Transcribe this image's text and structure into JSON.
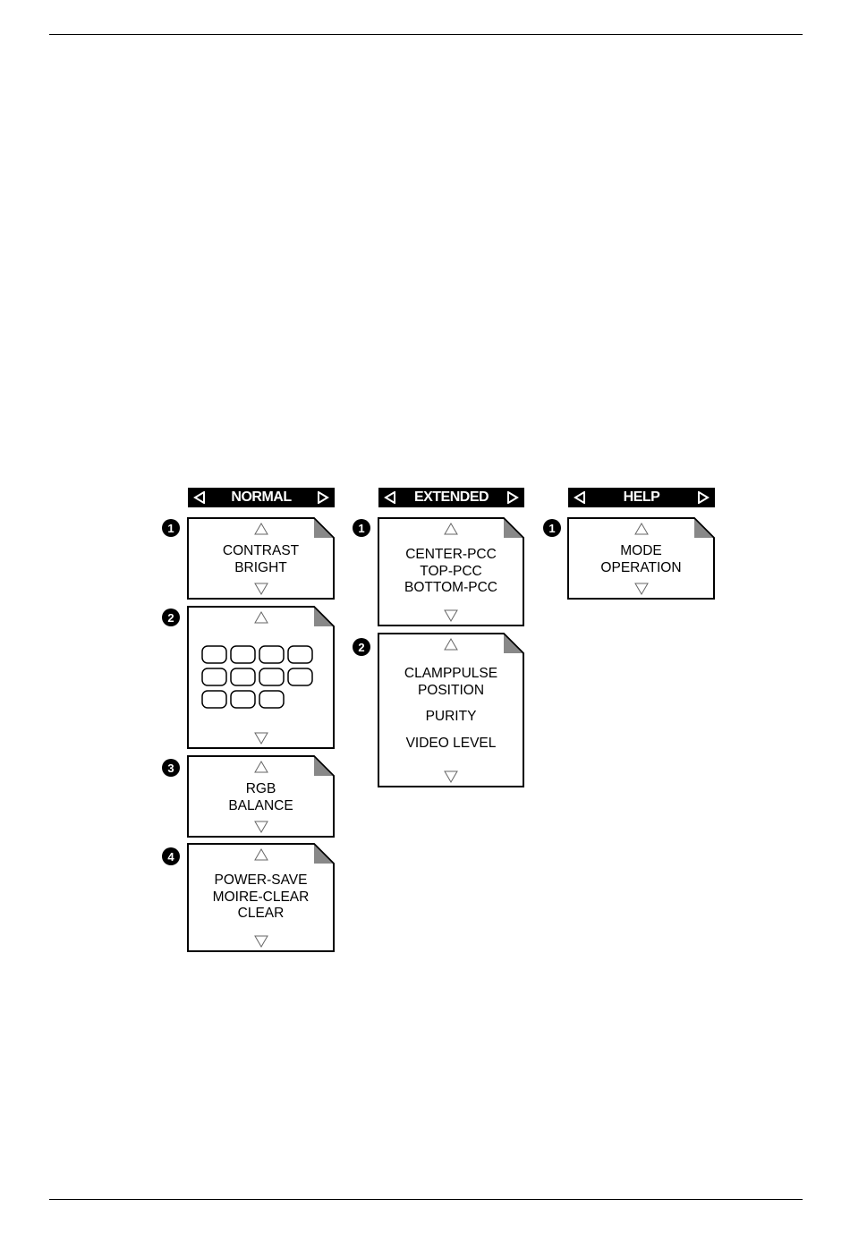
{
  "columns": [
    {
      "header": "NORMAL",
      "panels": [
        {
          "num": "1",
          "lines": [
            "CONTRAST",
            "BRIGHT"
          ]
        },
        {
          "num": "2",
          "lines": []
        },
        {
          "num": "3",
          "lines": [
            "RGB",
            "BALANCE"
          ]
        },
        {
          "num": "4",
          "lines": [
            "POWER-SAVE",
            "MOIRE-CLEAR",
            "CLEAR"
          ]
        }
      ]
    },
    {
      "header": "EXTENDED",
      "panels": [
        {
          "num": "1",
          "lines": [
            "CENTER-PCC",
            "TOP-PCC",
            "BOTTOM-PCC"
          ]
        },
        {
          "num": "2",
          "lines": [
            "CLAMPPULSE",
            "POSITION",
            "PURITY",
            "VIDEO LEVEL"
          ]
        }
      ]
    },
    {
      "header": "HELP",
      "panels": [
        {
          "num": "1",
          "lines": [
            "MODE",
            "OPERATION"
          ]
        }
      ]
    }
  ],
  "icons": {
    "left_arrow": "triangle-left-icon",
    "right_arrow": "triangle-right-icon",
    "up": "triangle-up-outline-icon",
    "down": "triangle-down-outline-icon"
  }
}
